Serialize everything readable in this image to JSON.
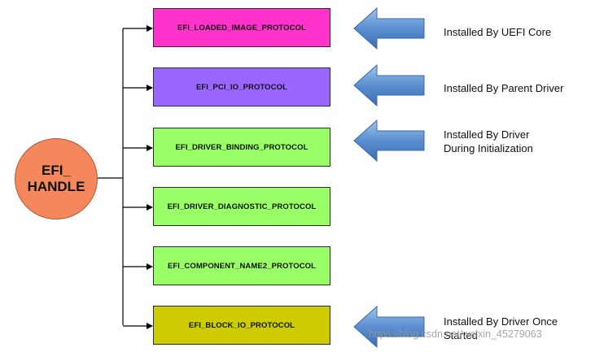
{
  "handle": {
    "line1": "EFI_",
    "line2": "HANDLE"
  },
  "protocols": [
    {
      "label": "EFI_LOADED_IMAGE_PROTOCOL",
      "color": "#ff33cc"
    },
    {
      "label": "EFI_PCI_IO_PROTOCOL",
      "color": "#9966ff"
    },
    {
      "label": "EFI_DRIVER_BINDING_PROTOCOL",
      "color": "#99ff66"
    },
    {
      "label": "EFI_DRIVER_DIAGNOSTIC_PROTOCOL",
      "color": "#99ff66"
    },
    {
      "label": "EFI_COMPONENT_NAME2_PROTOCOL",
      "color": "#99ff66"
    },
    {
      "label": "EFI_BLOCK_IO_PROTOCOL",
      "color": "#cccc00"
    }
  ],
  "notes": [
    {
      "line1": "Installed By UEFI Core",
      "line2": ""
    },
    {
      "line1": "Installed By Parent Driver",
      "line2": ""
    },
    {
      "line1": "Installed By Driver",
      "line2": "During Initialization"
    },
    {
      "line1": "Installed By Driver Once",
      "line2": "Started"
    }
  ],
  "watermark": "https://blog.csdn.net/weixin_45279063",
  "colors": {
    "arrow": "#5b8fd0",
    "handle": "#f4885c",
    "connector": "#000000"
  }
}
